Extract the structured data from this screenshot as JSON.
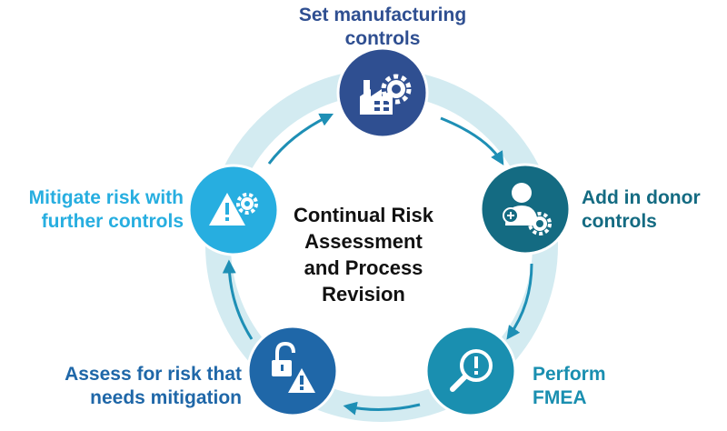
{
  "center": {
    "lines": [
      "Continual Risk",
      "Assessment",
      "and Process",
      "Revision"
    ]
  },
  "steps": [
    {
      "lines": [
        "Set manufacturing",
        "controls"
      ],
      "color": "#2f4f91",
      "icon": "factory-gear-icon"
    },
    {
      "lines": [
        "Add in donor",
        "controls"
      ],
      "color": "#146b82",
      "icon": "person-gear-icon"
    },
    {
      "lines": [
        "Perform",
        "FMEA"
      ],
      "color": "#1a8fb0",
      "icon": "magnifier-exclamation-icon"
    },
    {
      "lines": [
        "Assess for risk that",
        "needs mitigation"
      ],
      "color": "#1f67a8",
      "icon": "unlock-warning-icon"
    },
    {
      "lines": [
        "Mitigate risk with",
        "further controls"
      ],
      "color": "#27aee0",
      "icon": "warning-gear-icon"
    }
  ],
  "colors": {
    "ring": "#d3ebf1",
    "arrow": "#1e8fb5",
    "circle_stroke": "#ffffff"
  }
}
